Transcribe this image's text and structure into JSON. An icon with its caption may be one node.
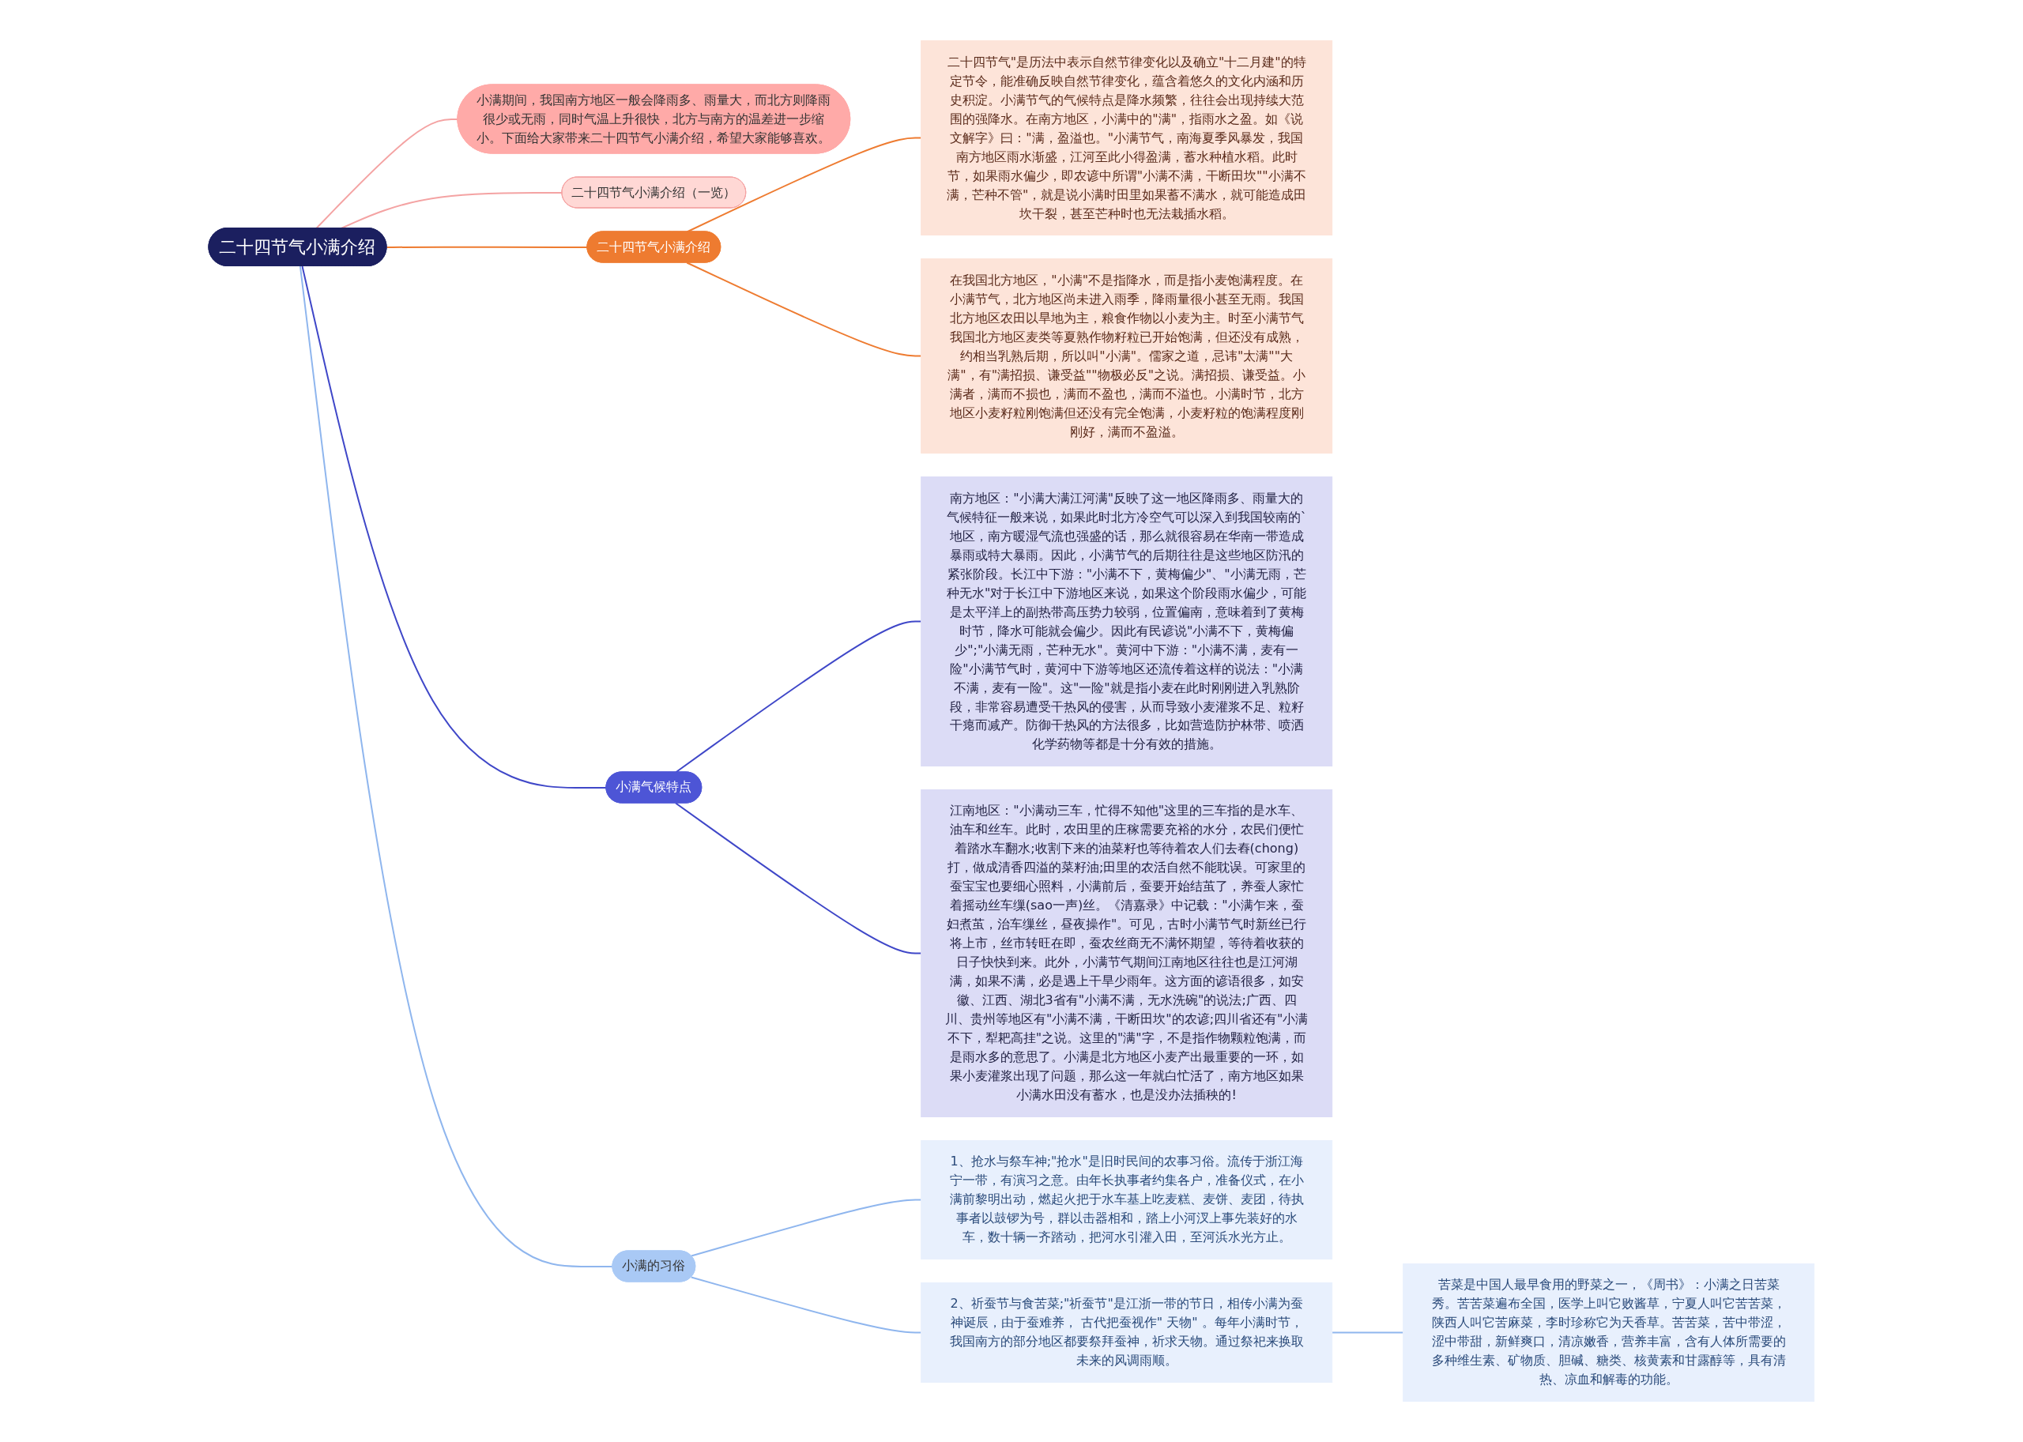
{
  "diagram": {
    "nodes": [
      {
        "text": [
          "二十四节气小满介绍"
        ]
      },
      {
        "text": [
          "小满期间，我国南方地区一般会降雨多、雨量大，而北方则降雨很少或无雨，同时气温上升很快，北方与南方的温差进一步缩小。下面给大家带来二十四节气小满介绍，希望大家能够喜欢。"
        ]
      },
      {
        "text": [
          "二十四节气小满介绍（一览）"
        ]
      },
      {
        "text": [
          "二十四节气小满介绍"
        ]
      },
      {
        "text": [
          "二十四节气\"是历法中表示自然节律变化以及确立\"十二月建\"的特定节令，能准确反映自然节律变化，蕴含着悠久的文化内涵和历史积淀。小满节气的气候特点是降水频繁，往往会出现持续大范围的强降水。在南方地区，小满中的\"满\"，指雨水之盈。如《说文解字》曰：\"满，盈溢也。\"小满节气，南海夏季风暴发，我国南方地区雨水渐盛，江河至此小得盈满，蓄水种植水稻。此时节，如果雨水偏少，即农谚中所谓\"小满不满，干断田坎\"\"小满不满，芒种不管\"，就是说小满时田里如果蓄不满水，就可能造成田坎干裂，甚至芒种时也无法栽插水稻。"
        ]
      },
      {
        "text": [
          "在我国北方地区，\"小满\"不是指降水，而是指小麦饱满程度。在小满节气，北方地区尚未进入雨季，降雨量很小甚至无雨。我国北方地区农田以旱地为主，粮食作物以小麦为主。时至小满节气我国北方地区麦类等夏熟作物籽粒已开始饱满，但还没有成熟，约相当乳熟后期，所以叫\"小满\"。儒家之道，忌讳\"太满\"\"大满\"，有\"满招损、谦受益\"\"物极必反\"之说。满招损、谦受益。小满者，满而不损也，满而不盈也，满而不溢也。小满时节，北方地区小麦籽粒刚饱满但还没有完全饱满，小麦籽粒的饱满程度刚刚好，满而不盈溢。"
        ]
      },
      {
        "text": [
          "小满气候特点"
        ]
      },
      {
        "text": [
          "南方地区：\"小满大满江河满\"反映了这一地区降雨多、雨量大的气候特征一般来说，如果此时北方冷空气可以深入到我国较南的`地区，南方暖湿气流也强盛的话，那么就很容易在华南一带造成暴雨或特大暴雨。因此，小满节气的后期往往是这些地区防汛的紧张阶段。长江中下游：\"小满不下，黄梅偏少\"、\"小满无雨，芒种无水\"对于长江中下游地区来说，如果这个阶段雨水偏少，可能是太平洋上的副热带高压势力较弱，位置偏南，意味着到了黄梅时节，降水可能就会偏少。因此有民谚说\"小满不下，黄梅偏少\";\"小满无雨，芒种无水\"。黄河中下游：\"小满不满，麦有一险\"小满节气时，黄河中下游等地区还流传着这样的说法：\"小满不满，麦有一险\"。这\"一险\"就是指小麦在此时刚刚进入乳熟阶段，非常容易遭受干热风的侵害，从而导致小麦灌浆不足、粒籽干瘪而减产。防御干热风的方法很多，比如营造防护林带、喷洒化学药物等都是十分有效的措施。"
        ]
      },
      {
        "text": [
          "江南地区：\"小满动三车，忙得不知他\"这里的三车指的是水车、油车和丝车。此时，农田里的庄稼需要充裕的水分，农民们便忙着踏水车翻水;收割下来的油菜籽也等待着农人们去舂(chong)打，做成清香四溢的菜籽油;田里的农活自然不能耽误。可家里的蚕宝宝也要细心照料，小满前后，蚕要开始结茧了，养蚕人家忙着摇动丝车缫(sao一声)丝。《清嘉录》中记载：\"小满乍来，蚕妇煮茧，治车缫丝，昼夜操作\"。可见，古时小满节气时新丝已行将上市，丝市转旺在即，蚕农丝商无不满怀期望，等待着收获的日子快快到来。此外，小满节气期间江南地区往往也是江河湖满，如果不满，必是遇上干旱少雨年。这方面的谚语很多，如安徽、江西、湖北3省有\"小满不满，无水洗碗\"的说法;广西、四川、贵州等地区有\"小满不满，干断田坎\"的农谚;四川省还有\"小满不下，犁耙高挂\"之说。这里的\"满\"字，不是指作物颗粒饱满，而是雨水多的意思了。小满是北方地区小麦产出最重要的一环，如果小麦灌浆出现了问题，那么这一年就白忙活了，南方地区如果小满水田没有蓄水，也是没办法插秧的!"
        ]
      },
      {
        "text": [
          "小满的习俗"
        ]
      },
      {
        "text": [
          "1、抢水与祭车神;\"抢水\"是旧时民间的农事习俗。流传于浙江海宁一带，有演习之意。由年长执事者约集各户，准备仪式，在小满前黎明出动，燃起火把于水车基上吃麦糕、麦饼、麦团，待执事者以鼓锣为号，群以击器相和，踏上小河汊上事先装好的水车，数十辆一齐踏动，把河水引灌入田，至河浜水光方止。"
        ]
      },
      {
        "text": [
          "2、祈蚕节与食苦菜;\"祈蚕节\"是江浙一带的节日，相传小满为蚕神诞辰，由于蚕难养， 古代把蚕视作\" 天物\" 。每年小满时节，我国南方的部分地区都要祭拜蚕神，祈求天物。通过祭祀来换取未来的风调雨顺。"
        ]
      },
      {
        "text": [
          "苦菜是中国人最早食用的野菜之一，《周书》：小满之日苦菜秀。苦苦菜遍布全国，医学上叫它败酱草，宁夏人叫它苦苦菜，陕西人叫它苦麻菜，李时珍称它为天香草。苦苦菜，苦中带涩，涩中带甜，新鲜爽口，清凉嫩香，营养丰富，含有人体所需要的多种维生素、矿物质、胆碱、糖类、核黄素和甘露醇等，具有清热、凉血和解毒的功能。"
        ]
      }
    ],
    "edges": [
      {
        "from": 0,
        "to": 1,
        "arrow": "none",
        "color": "#f4a3a3"
      },
      {
        "from": 0,
        "to": 2,
        "arrow": "none",
        "color": "#f4a3a3"
      },
      {
        "from": 0,
        "to": 3,
        "arrow": "none",
        "color": "#ee7b30"
      },
      {
        "from": 3,
        "to": 4,
        "arrow": "none",
        "color": "#ee7b30"
      },
      {
        "from": 3,
        "to": 5,
        "arrow": "none",
        "color": "#ee7b30"
      },
      {
        "from": 0,
        "to": 6,
        "arrow": "none",
        "color": "#3f47c8"
      },
      {
        "from": 6,
        "to": 7,
        "arrow": "none",
        "color": "#3f47c8"
      },
      {
        "from": 6,
        "to": 8,
        "arrow": "none",
        "color": "#3f47c8"
      },
      {
        "from": 0,
        "to": 9,
        "arrow": "none",
        "color": "#8fb6ee"
      },
      {
        "from": 9,
        "to": 10,
        "arrow": "none",
        "color": "#8fb6ee"
      },
      {
        "from": 9,
        "to": 11,
        "arrow": "none",
        "color": "#8fb6ee"
      },
      {
        "from": 11,
        "to": 12,
        "arrow": "none",
        "color": "#8fb6ee"
      }
    ]
  }
}
